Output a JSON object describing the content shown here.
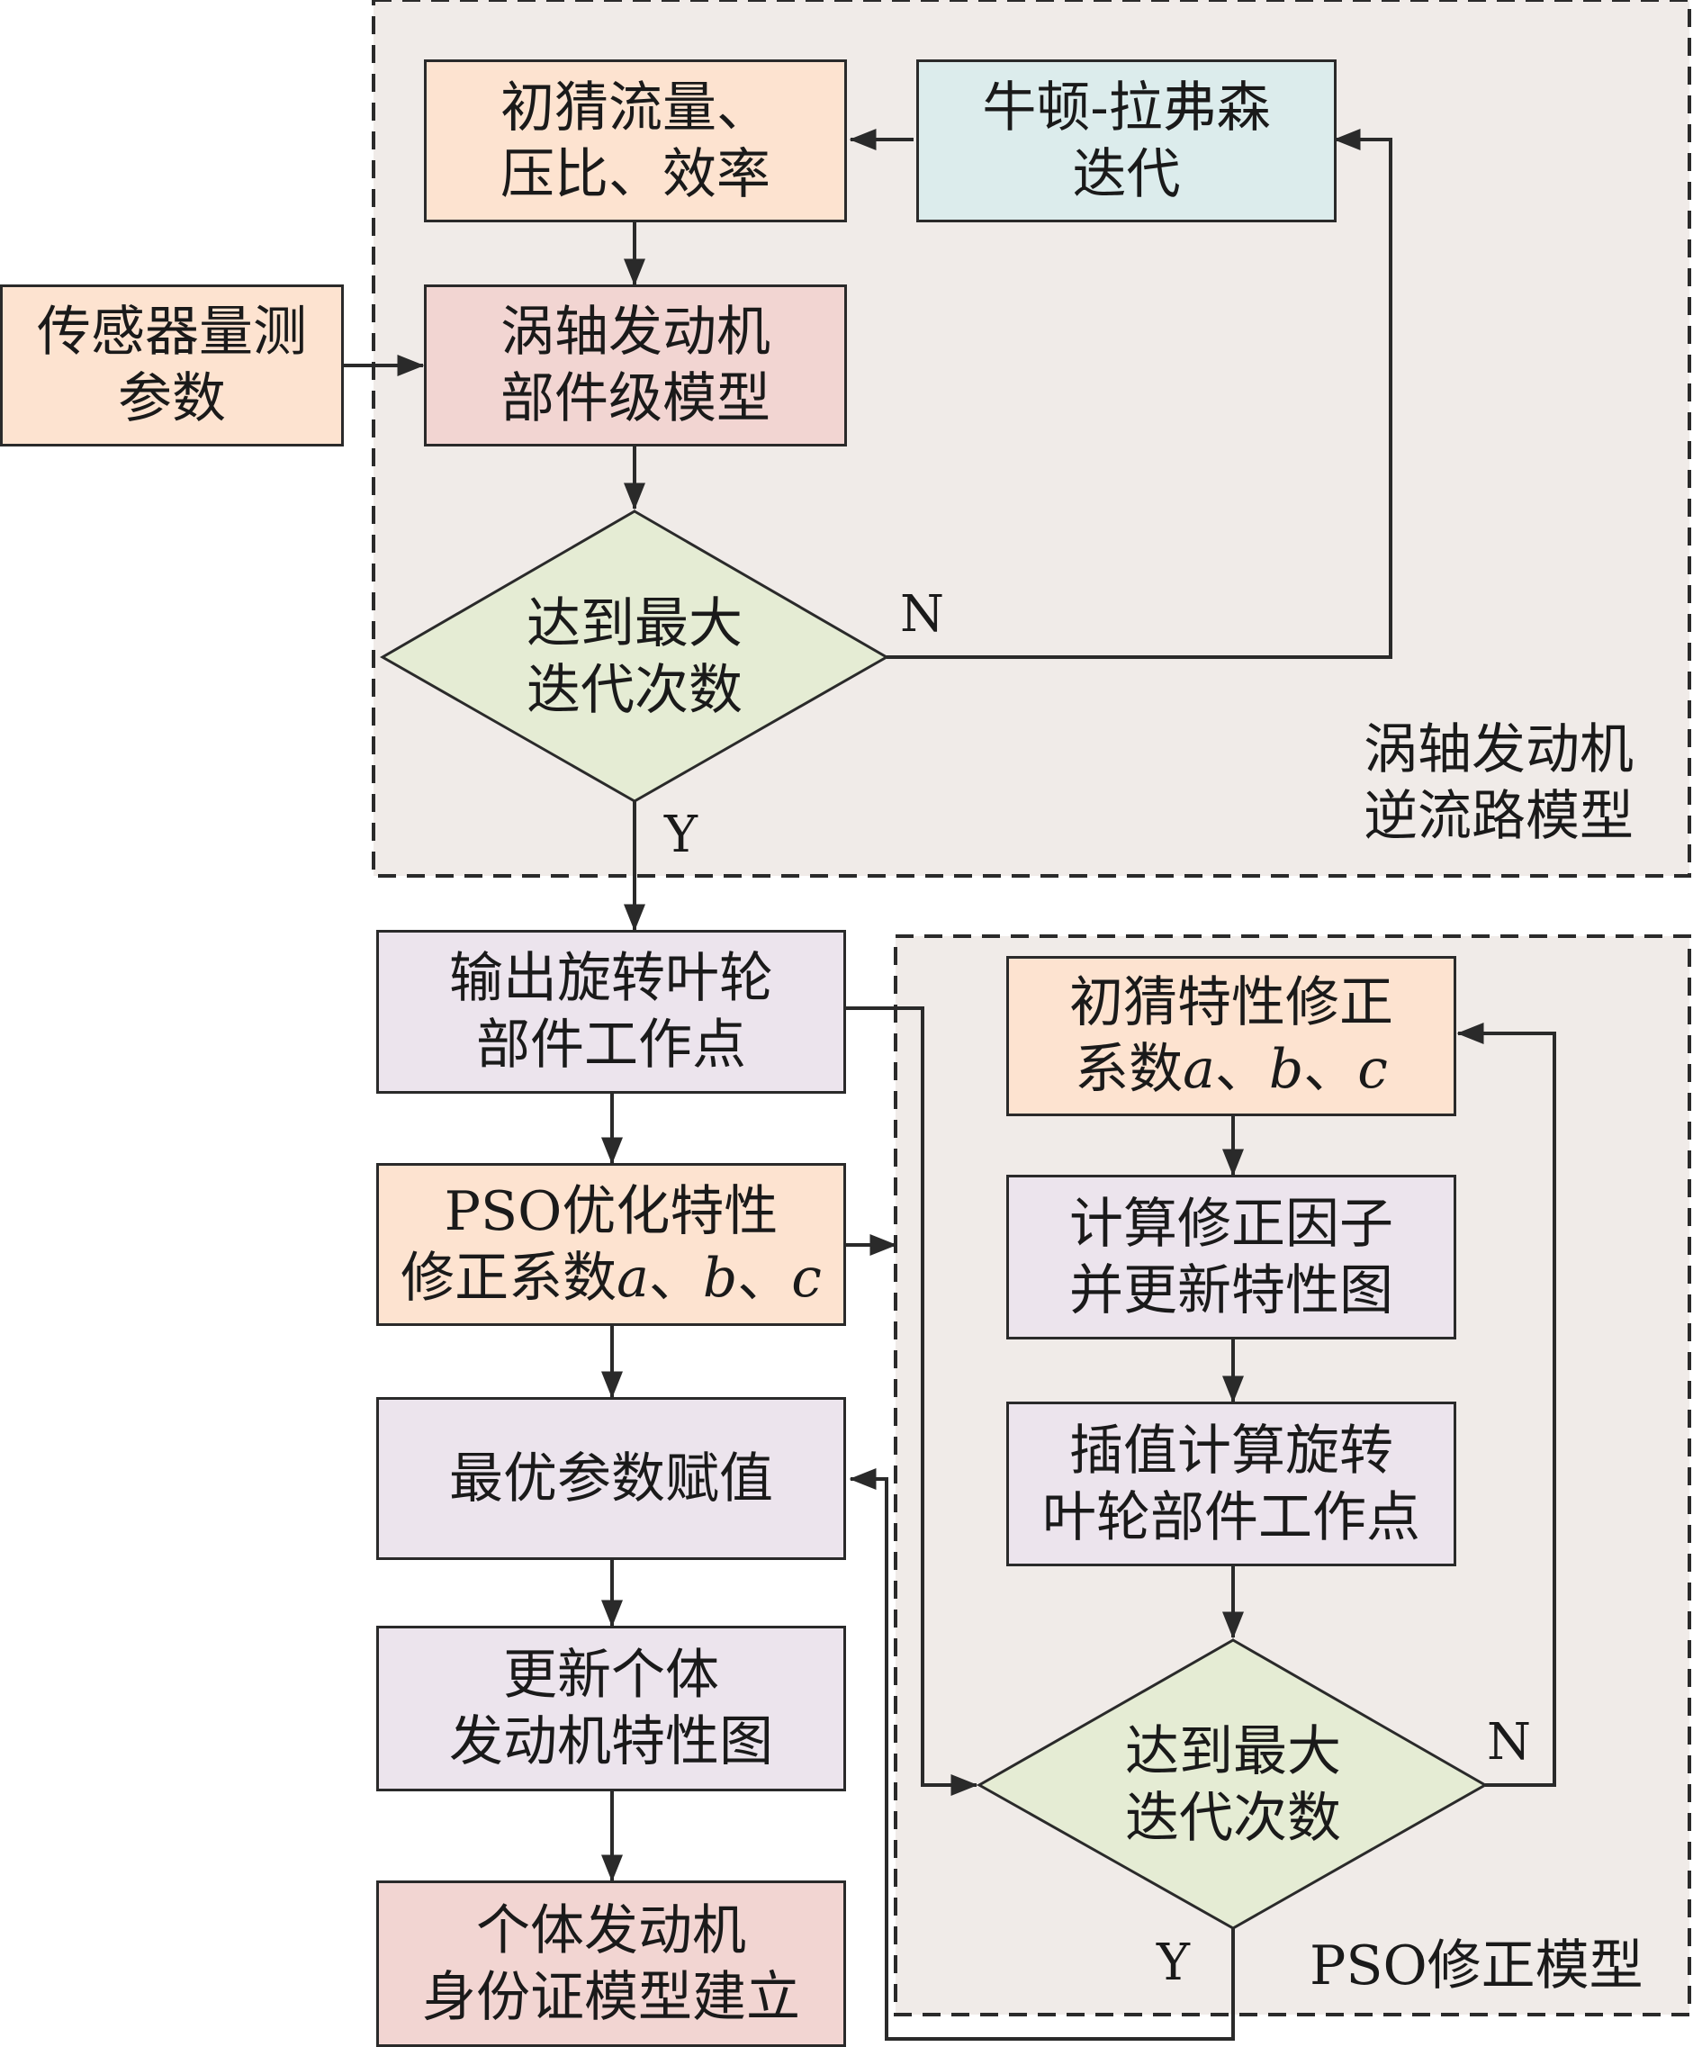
{
  "colors": {
    "peach": "#fde3d0",
    "rose": "#f2d5d2",
    "teal": "#dcecec",
    "lavender": "#ece4ed",
    "green": "#e5ecd4",
    "region": "#f0ebe8",
    "stroke": "#2a2a2a"
  },
  "regions": {
    "inverse": {
      "title_line1": "涡轴发动机",
      "title_line2": "逆流路模型"
    },
    "pso": {
      "title": "PSO修正模型"
    }
  },
  "nodes": {
    "guess_flow": {
      "line1": "初猜流量、",
      "line2": "压比、效率"
    },
    "newton": {
      "line1": "牛顿-拉弗森",
      "line2": "迭代"
    },
    "sensor": {
      "line1": "传感器量测",
      "line2": "参数"
    },
    "component_model": {
      "line1": "涡轴发动机",
      "line2": "部件级模型"
    },
    "max_iter_top": {
      "line1": "达到最大",
      "line2": "迭代次数"
    },
    "output_point": {
      "line1": "输出旋转叶轮",
      "line2": "部件工作点"
    },
    "pso_optimize": {
      "line1": "PSO优化特性",
      "line2_prefix": "修正系数",
      "a": "a",
      "sep1": "、",
      "b": "b",
      "sep2": "、",
      "c": "c"
    },
    "best_assign": {
      "line1": "最优参数赋值"
    },
    "update_map": {
      "line1": "更新个体",
      "line2": "发动机特性图"
    },
    "id_model": {
      "line1": "个体发动机",
      "line2": "身份证模型建立"
    },
    "guess_coef": {
      "line1": "初猜特性修正",
      "line2_prefix": "系数",
      "a": "a",
      "sep1": "、",
      "b": "b",
      "sep2": "、",
      "c": "c"
    },
    "calc_factor": {
      "line1": "计算修正因子",
      "line2": "并更新特性图"
    },
    "interp_calc": {
      "line1": "插值计算旋转",
      "line2": "叶轮部件工作点"
    },
    "max_iter_bottom": {
      "line1": "达到最大",
      "line2": "迭代次数"
    }
  },
  "edge_labels": {
    "top_no": "N",
    "top_yes": "Y",
    "bottom_no": "N",
    "bottom_yes": "Y"
  }
}
